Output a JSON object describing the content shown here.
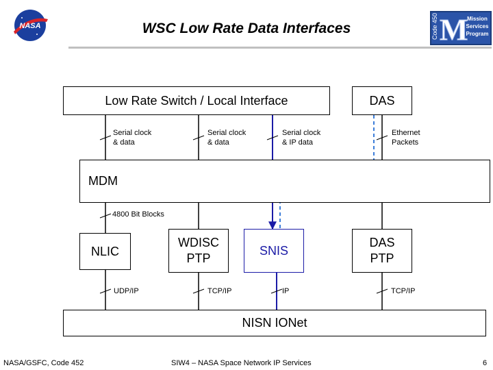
{
  "title": "WSC Low Rate Data Interfaces",
  "logos": {
    "left": {
      "text": "NASA"
    },
    "right": {
      "mark": "M",
      "side_text": "Code 450",
      "lines": [
        "Mission",
        "Services",
        "Program"
      ]
    }
  },
  "boxes": {
    "low_rate_switch": "Low Rate Switch / Local Interface",
    "das": "DAS",
    "mdm": "MDM",
    "nlic": "NLIC",
    "wdisc_ptp": [
      "WDISC",
      "PTP"
    ],
    "snis": "SNIS",
    "das_ptp": [
      "DAS",
      "PTP"
    ],
    "nisn_ionet": "NISN IONet"
  },
  "links": {
    "serial_1": [
      "Serial clock",
      "& data"
    ],
    "serial_2": [
      "Serial clock",
      "& data"
    ],
    "serial_ip": [
      "Serial clock",
      "& IP data"
    ],
    "ethernet": [
      "Ethernet",
      "Packets"
    ],
    "bit_blocks": "4800 Bit Blocks",
    "udp_ip": "UDP/IP",
    "tcp_ip_1": "TCP/IP",
    "ip": "IP",
    "tcp_ip_2": "TCP/IP"
  },
  "colors": {
    "snis_blue": "#1a1aa6",
    "dashed_blue": "#3c7dd9"
  },
  "footer": {
    "left": "NASA/GSFC, Code 452",
    "center": "SIW4 – NASA Space Network IP Services",
    "page": "6"
  }
}
